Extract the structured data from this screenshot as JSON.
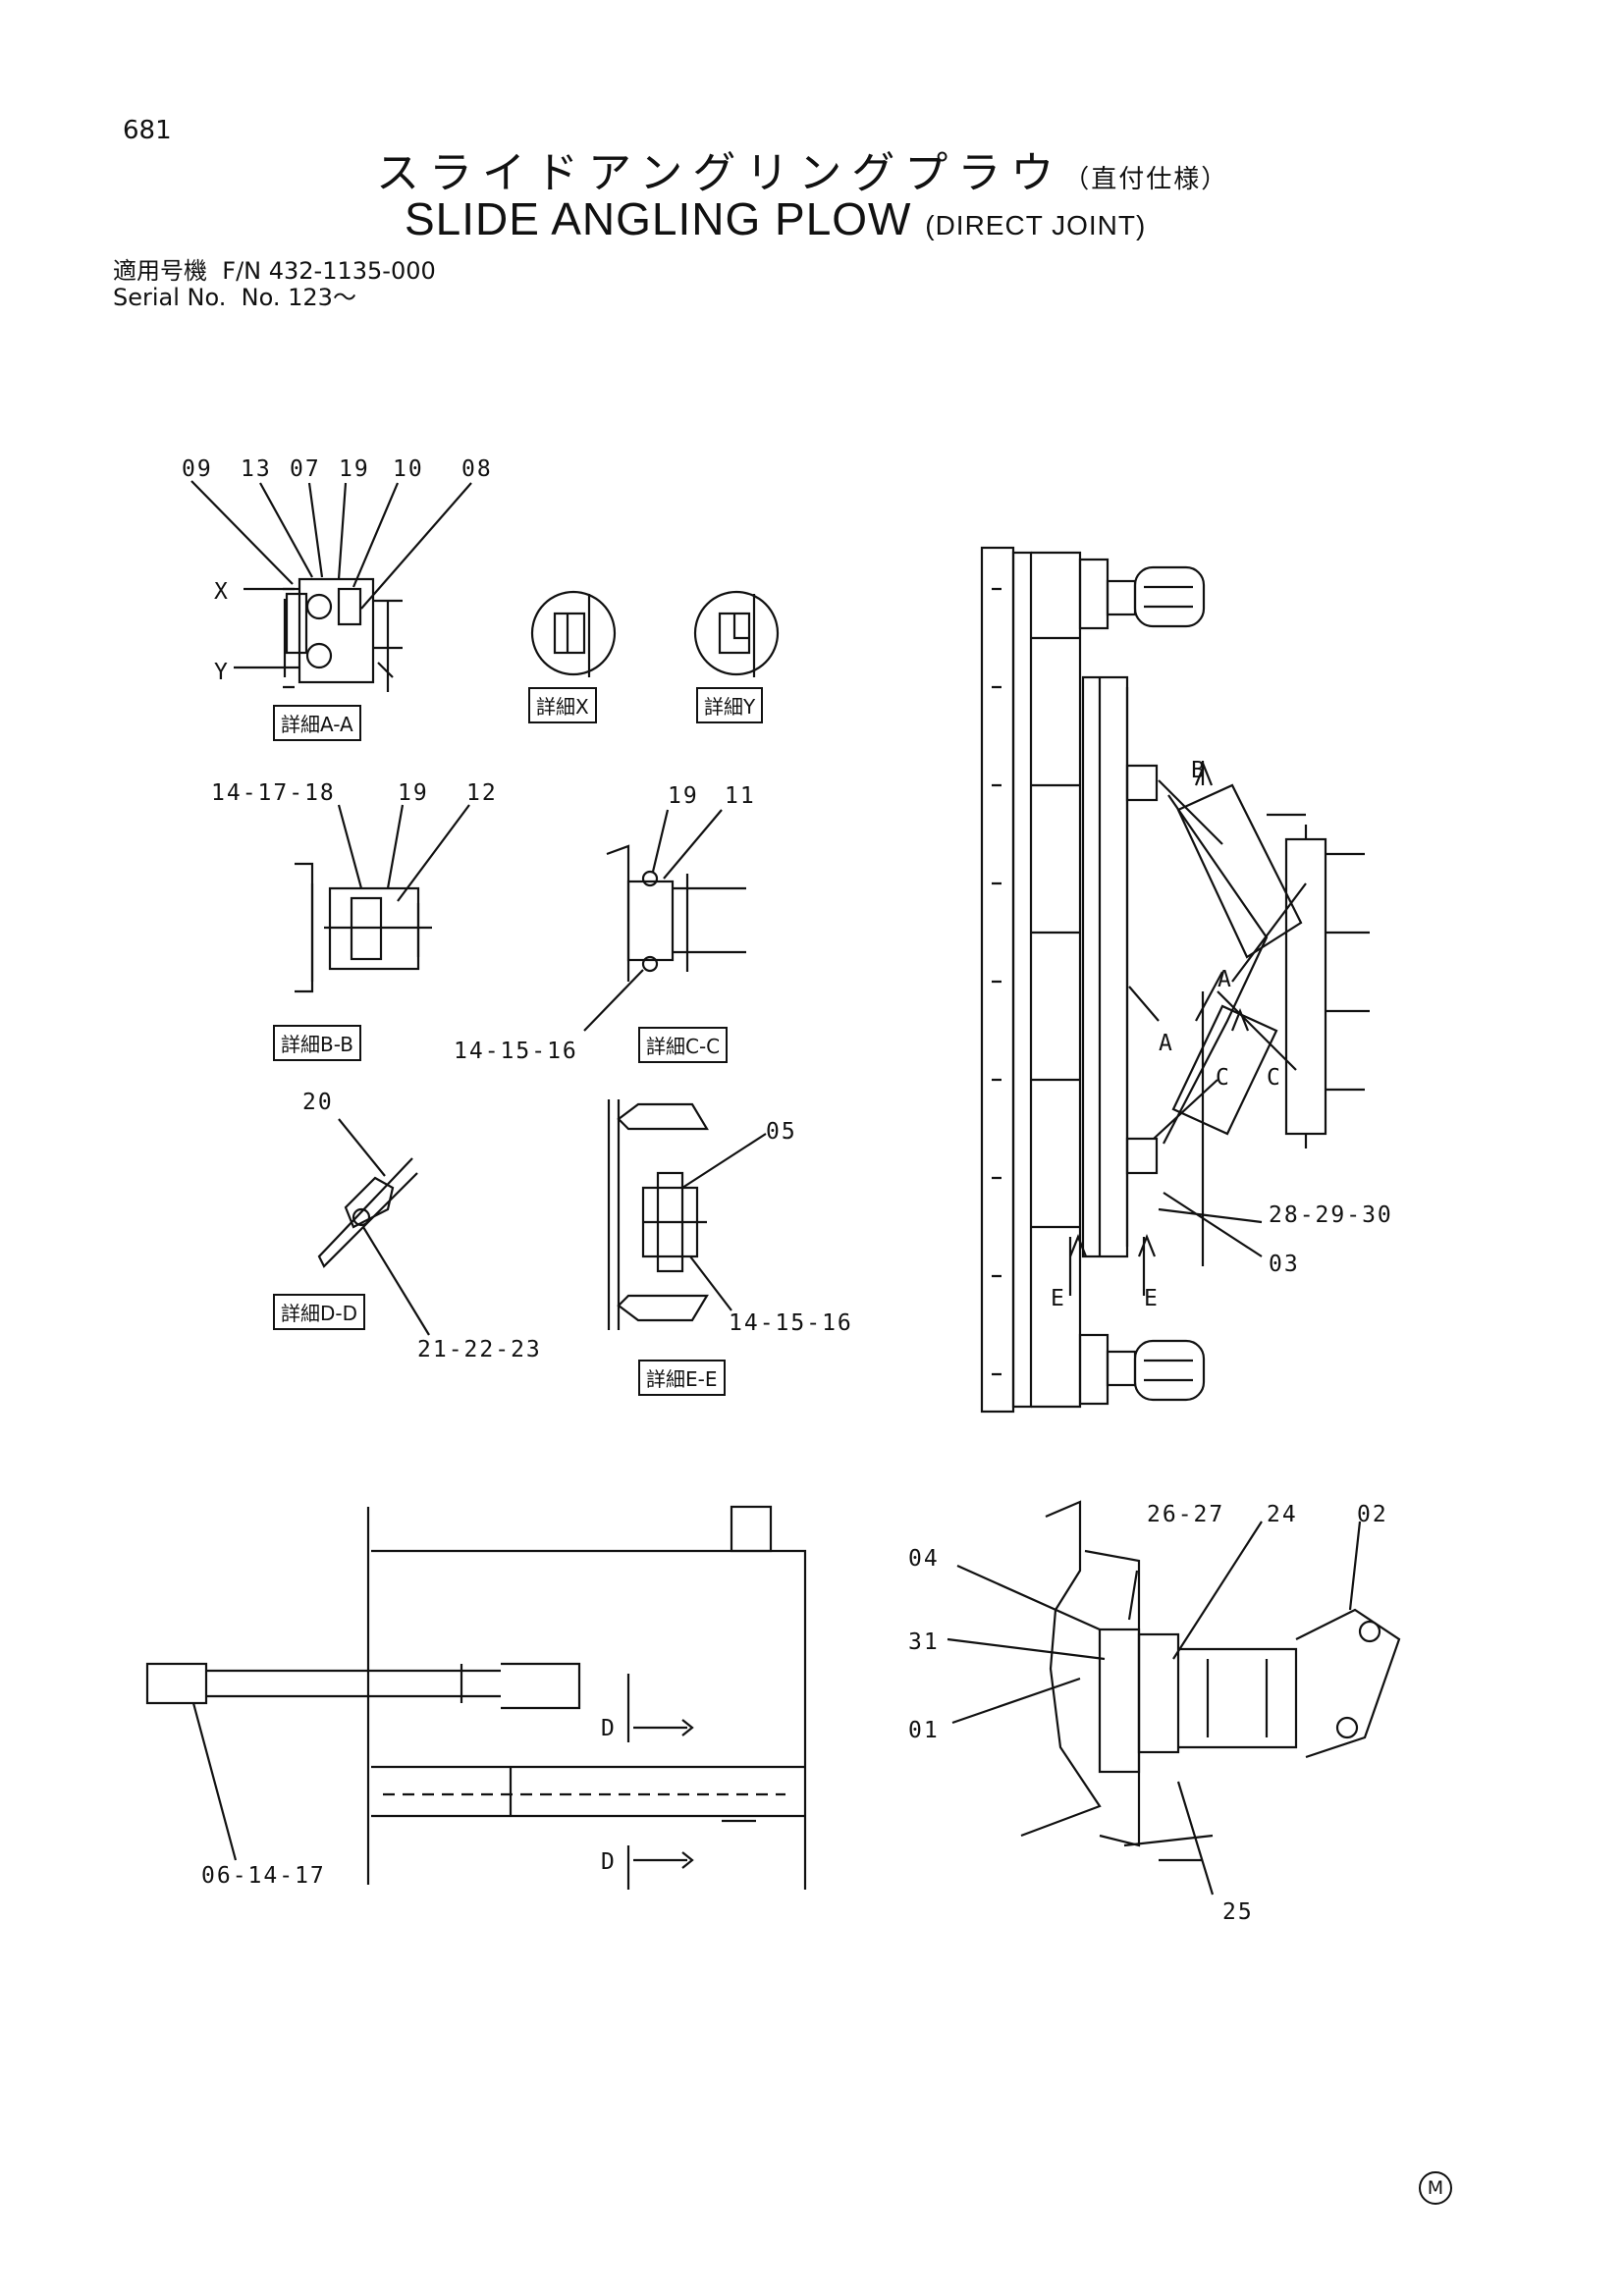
{
  "page_number": "681",
  "title_jp": "スライドアングリングプラウ",
  "title_jp_suffix": "（直付仕様）",
  "title_en": "SLIDE ANGLING PLOW",
  "title_en_suffix": "(DIRECT JOINT)",
  "info": {
    "model_label": "適用号機",
    "model_value": "F/N 432-1135-000",
    "serial_label": "Serial No.",
    "serial_value": "No. 123～"
  },
  "captions": {
    "aa": "詳細A-A",
    "x": "詳細X",
    "y": "詳細Y",
    "bb": "詳細B-B",
    "cc": "詳細C-C",
    "dd": "詳細D-D",
    "ee": "詳細E-E"
  },
  "callouts": {
    "c09": "09",
    "c13": "13",
    "c07": "07",
    "c19a": "19",
    "c10": "10",
    "c08": "08",
    "cX": "X",
    "cY": "Y",
    "c141718": "14-17-18",
    "c19b": "19",
    "c12": "12",
    "c19c": "19",
    "c11": "11",
    "c141516a": "14-15-16",
    "c20": "20",
    "c212223": "21-22-23",
    "c05": "05",
    "c141516b": "14-15-16",
    "cB": "B",
    "cA1": "A",
    "cA2": "A",
    "cC1": "C",
    "cC2": "C",
    "cE1": "E",
    "cE2": "E",
    "c282930": "28-29-30",
    "c03": "03",
    "c061417": "06-14-17",
    "cD1": "D",
    "cD2": "D",
    "c2627": "26-27",
    "c24": "24",
    "c02": "02",
    "c04": "04",
    "c31": "31",
    "c01": "01",
    "c25": "25"
  },
  "maker_mark": "M"
}
